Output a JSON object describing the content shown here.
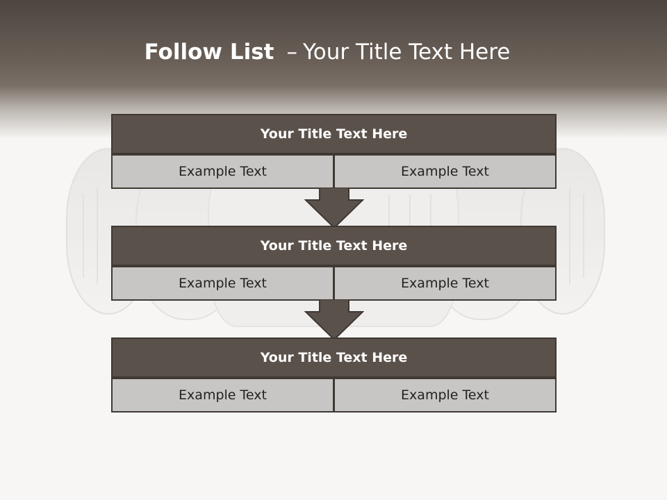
{
  "slide": {
    "title_bold": "Follow List",
    "title_dash": "–",
    "title_rest": "Your Title Text Here"
  },
  "steps": [
    {
      "title": "Your Title Text Here",
      "left": "Example Text",
      "right": "Example Text"
    },
    {
      "title": "Your Title Text Here",
      "left": "Example Text",
      "right": "Example Text"
    },
    {
      "title": "Your Title Text Here",
      "left": "Example Text",
      "right": "Example Text"
    }
  ],
  "colors": {
    "header_dark": "#4d4540",
    "box_title": "#5b514b",
    "box_cell": "#c8c6c4",
    "arrow": "#5b514b"
  }
}
